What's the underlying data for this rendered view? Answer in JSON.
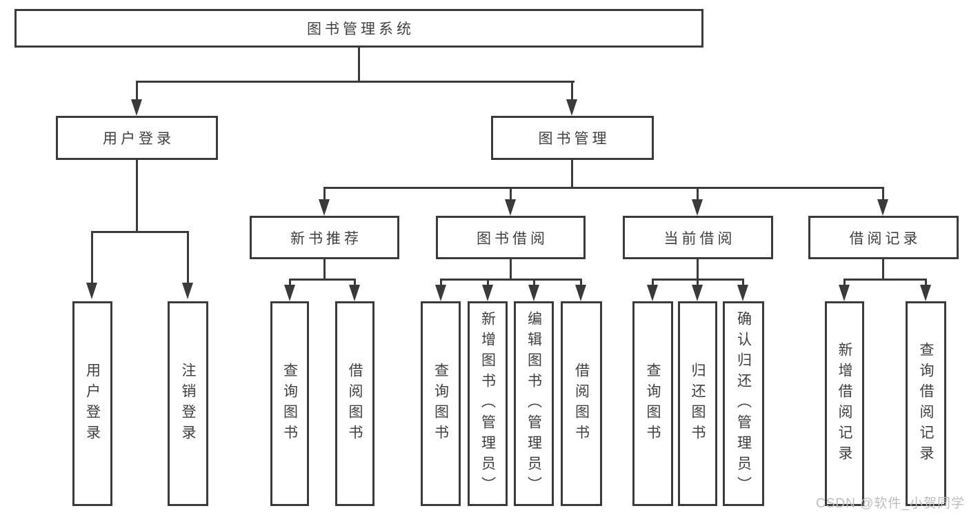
{
  "diagram": {
    "root": {
      "label": "图书管理系统"
    },
    "branches": {
      "user_login": {
        "label": "用户登录"
      },
      "book_management": {
        "label": "图书管理"
      }
    },
    "modules": {
      "new_book_recommend": {
        "label": "新书推荐"
      },
      "book_borrow": {
        "label": "图书借阅"
      },
      "current_borrow": {
        "label": "当前借阅"
      },
      "borrow_record": {
        "label": "借阅记录"
      }
    },
    "functions": {
      "user_login": {
        "label": "用户登录"
      },
      "logout": {
        "label": "注销登录"
      },
      "recommend_query_book": {
        "label": "查询图书"
      },
      "recommend_borrow_book": {
        "label": "借阅图书"
      },
      "borrow_query_book": {
        "label": "查询图书"
      },
      "borrow_add_book": {
        "label": "新增图书（管理员）"
      },
      "borrow_edit_book": {
        "label": "编辑图书（管理员）"
      },
      "borrow_borrow_book": {
        "label": "借阅图书"
      },
      "current_query_book": {
        "label": "查询图书"
      },
      "current_return_book": {
        "label": "归还图书"
      },
      "current_confirm_return": {
        "label": "确认归还（管理员）"
      },
      "record_add": {
        "label": "新增借阅记录"
      },
      "record_query": {
        "label": "查询借阅记录"
      }
    }
  },
  "watermark": {
    "text": "CSDN @软件_小贺同学"
  },
  "colors": {
    "line": "#3a3a3a",
    "text": "#3f3f3f",
    "background": "#ffffff",
    "watermark": "#bdbdbd"
  }
}
